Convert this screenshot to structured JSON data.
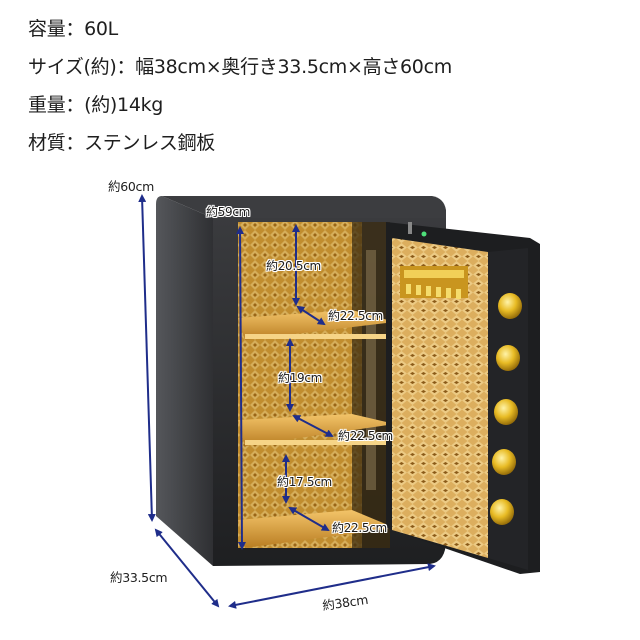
{
  "specs": {
    "capacity": "容量：60L",
    "size": "サイズ(約)：幅38cm×奥行き33.5cm×高さ60cm",
    "weight": "重量：(約)14kg",
    "material": "材質：ステンレス鋼板"
  },
  "dimensions": {
    "outer_height": "約60cm",
    "inner_height": "約59cm",
    "shelf1_height": "約20.5cm",
    "shelf1_depth": "約22.5cm",
    "shelf2_height": "約19cm",
    "shelf2_depth": "約22.5cm",
    "shelf3_height": "約17.5cm",
    "shelf3_depth": "約22.5cm",
    "depth": "約33.5cm",
    "width": "約38cm"
  },
  "colors": {
    "arrow": "#1f2d8a",
    "body": "#2a2b2e",
    "gold": "#c8922a",
    "gold_light": "#e8b85a",
    "knob": "#e6b820"
  }
}
